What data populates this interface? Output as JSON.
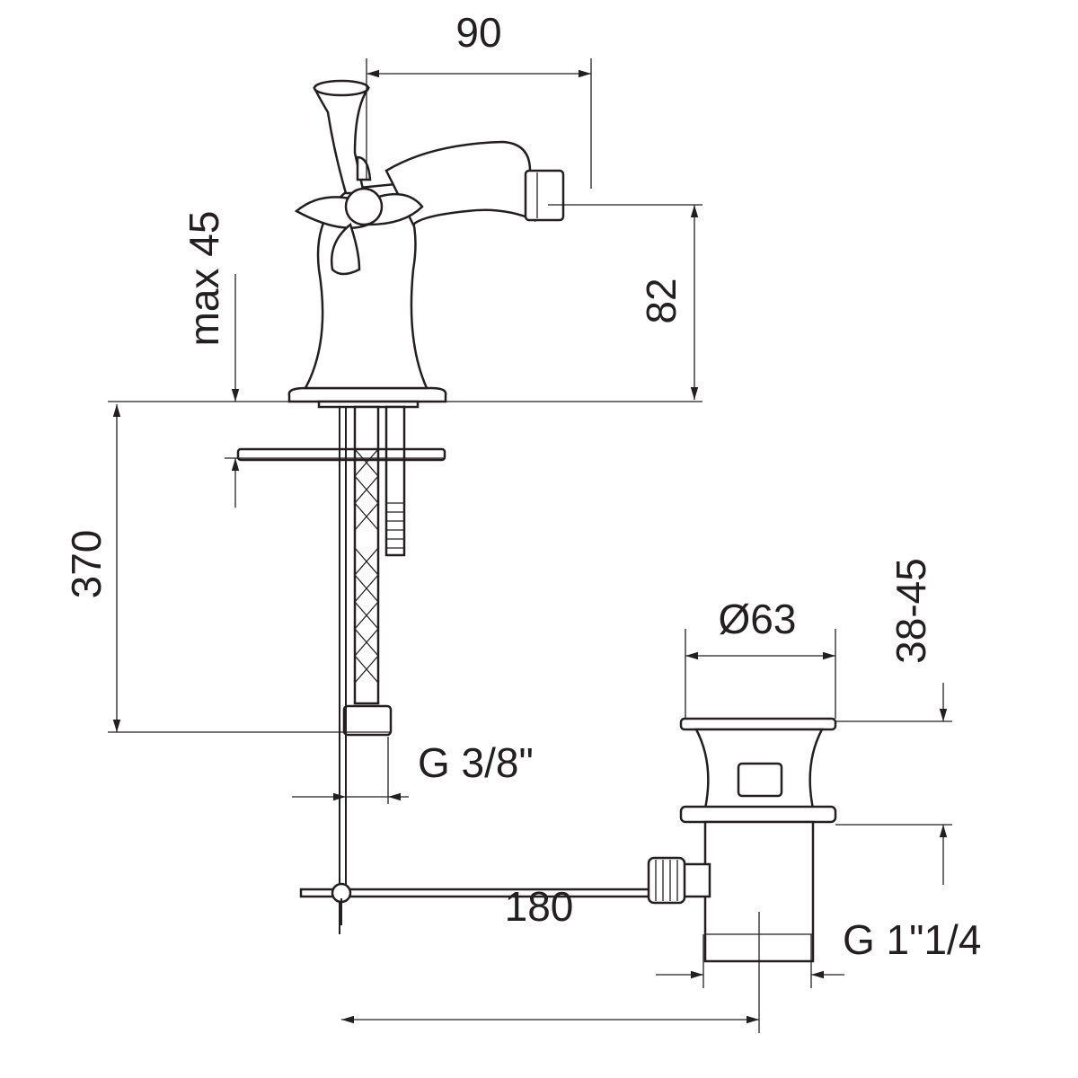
{
  "diagram": {
    "type": "technical drawing - bidet mixer with pop-up waste",
    "dimensions": {
      "spout_reach": "90",
      "spout_height": "82",
      "deck_thickness": "max 45",
      "hose_length": "370",
      "hose_connection": "G 3/8\"",
      "waste_diameter": "Ø63",
      "waste_range": "38-45",
      "waste_thread": "G 1\"1/4",
      "rod_distance": "180"
    },
    "line_color": "#231f20"
  }
}
